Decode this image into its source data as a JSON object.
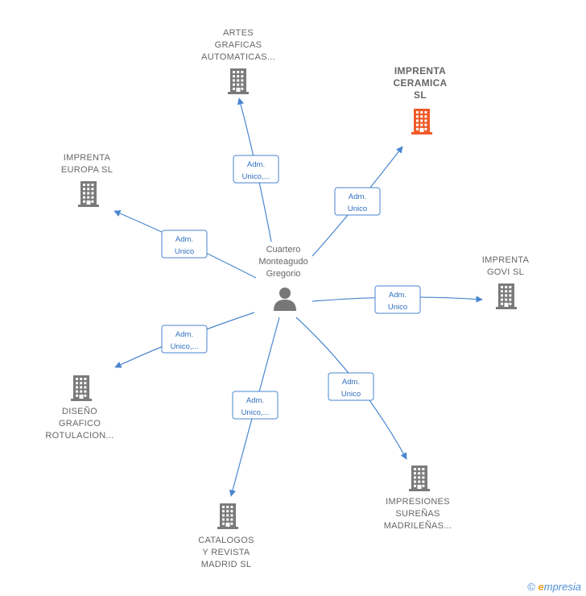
{
  "colors": {
    "edge": "#4a86cf",
    "building": "#7a7a7a",
    "building_highlight": "#f05a28",
    "person": "#777777"
  },
  "center": {
    "label_lines": [
      "Cuartero",
      "Monteagudo",
      "Gregorio"
    ],
    "icon": "person-icon"
  },
  "nodes": [
    {
      "id": "artes",
      "lines": [
        "ARTES",
        "GRAFICAS",
        "AUTOMATICAS..."
      ],
      "highlight": false,
      "edge": [
        "Adm.",
        "Unico,..."
      ]
    },
    {
      "id": "ceramica",
      "lines": [
        "IMPRENTA",
        "CERAMICA",
        "SL"
      ],
      "highlight": true,
      "edge": [
        "Adm.",
        "Unico"
      ]
    },
    {
      "id": "europa",
      "lines": [
        "IMPRENTA",
        "EUROPA  SL"
      ],
      "highlight": false,
      "edge": [
        "Adm.",
        "Unico"
      ]
    },
    {
      "id": "govi",
      "lines": [
        "IMPRENTA",
        "GOVI  SL"
      ],
      "highlight": false,
      "edge": [
        "Adm.",
        "Unico"
      ]
    },
    {
      "id": "diseno",
      "lines": [
        "DISEÑO",
        "GRAFICO",
        "ROTULACION..."
      ],
      "highlight": false,
      "edge": [
        "Adm.",
        "Unico,..."
      ]
    },
    {
      "id": "impresiones",
      "lines": [
        "IMPRESIONES",
        "SUREÑAS",
        "MADRILEÑAS..."
      ],
      "highlight": false,
      "edge": [
        "Adm.",
        "Unico"
      ]
    },
    {
      "id": "catalogos",
      "lines": [
        "CATALOGOS",
        "Y REVISTA",
        "MADRID  SL"
      ],
      "highlight": false,
      "edge": [
        "Adm.",
        "Unico,..."
      ]
    }
  ],
  "footer": {
    "copyright": "©",
    "brand_initial": "e",
    "brand_rest": "mpresia"
  }
}
